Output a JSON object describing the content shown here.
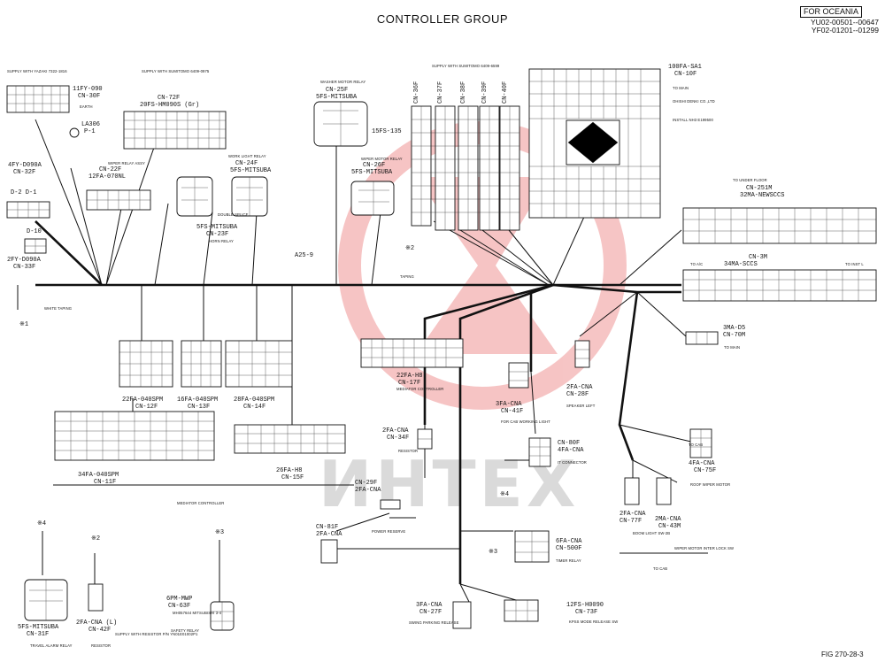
{
  "header": {
    "title": "CONTROLLER GROUP",
    "badge": "FOR OCEANIA",
    "serial_1": "YU02-00501--00647",
    "serial_2": "YF02-01201--01299"
  },
  "footer": {
    "figure": "FIG 270-28-3"
  },
  "watermark": "ИНТЕХ",
  "harness": {
    "main_label": "A25-9",
    "ref_2": "※2",
    "ref_1": "※1"
  },
  "connectors": [
    {
      "id": "c11fy",
      "name": "11FY-090",
      "code": "CN-30F"
    },
    {
      "id": "c72f",
      "name": "20FS-HM090S (Gr)",
      "code": "CN-72F"
    },
    {
      "id": "c25f",
      "name": "5FS-MITSUBA",
      "code": "CN-25F"
    },
    {
      "id": "c15fs",
      "name": "15FS-135",
      "code": ""
    },
    {
      "id": "c26f",
      "name": "5FS-MITSUBA",
      "code": "CN-26F"
    },
    {
      "id": "c36f",
      "name": "",
      "code": "CN-36F"
    },
    {
      "id": "c37f",
      "name": "",
      "code": "CN-37F"
    },
    {
      "id": "c38f",
      "name": "",
      "code": "CN-38F"
    },
    {
      "id": "c39f",
      "name": "",
      "code": "CN-39F"
    },
    {
      "id": "c40f",
      "name": "",
      "code": "CN-40F"
    },
    {
      "id": "c10f",
      "name": "100FA-SA1",
      "code": "CN-10F"
    },
    {
      "id": "c4fy",
      "name": "4FY-D090A",
      "code": "CN-32F"
    },
    {
      "id": "c22f",
      "name": "12FA-070NL",
      "code": "CN-22F"
    },
    {
      "id": "c24f",
      "name": "5FS-MITSUBA",
      "code": "CN-24F"
    },
    {
      "id": "c23f",
      "name": "5FS-MITSUBA",
      "code": "CN-23F"
    },
    {
      "id": "c251m",
      "name": "32MA-NEWSCCS",
      "code": "CN-251M"
    },
    {
      "id": "c33f",
      "name": "2FY-D090A",
      "code": "CN-33F"
    },
    {
      "id": "c3m",
      "name": "34MA-SCCS",
      "code": "CN-3M"
    },
    {
      "id": "c70m",
      "name": "3MA-D5",
      "code": "CN-70M"
    },
    {
      "id": "c12f",
      "name": "22FA-040SPM",
      "code": "CN-12F"
    },
    {
      "id": "c13f",
      "name": "16FA-040SPM",
      "code": "CN-13F"
    },
    {
      "id": "c14f",
      "name": "28FA-040SPM",
      "code": "CN-14F"
    },
    {
      "id": "c17f",
      "name": "22FA-H8",
      "code": "CN-17F"
    },
    {
      "id": "c41f",
      "name": "3FA-CNA",
      "code": "CN-41F"
    },
    {
      "id": "c28f",
      "name": "2FA-CNA",
      "code": "CN-28F"
    },
    {
      "id": "c34f",
      "name": "2FA-CNA",
      "code": "CN-34F"
    },
    {
      "id": "c80f",
      "name": "4FA-CNA",
      "code": "CN-80F"
    },
    {
      "id": "c75f",
      "name": "4FA-CNA",
      "code": "CN-75F"
    },
    {
      "id": "c11f",
      "name": "34FA-040SPM",
      "code": "CN-11F"
    },
    {
      "id": "c15f",
      "name": "26FA-H8",
      "code": "CN-15F"
    },
    {
      "id": "c29f",
      "name": "2FA-CNA",
      "code": "CN-29F"
    },
    {
      "id": "c81f",
      "name": "2FA-CNA",
      "code": "CN-81F"
    },
    {
      "id": "c500f",
      "name": "6FA-CNA",
      "code": "CN-500F"
    },
    {
      "id": "c77f",
      "name": "2FA-CNA",
      "code": "CN-77F"
    },
    {
      "id": "c43m",
      "name": "2MA-CNA",
      "code": "CN-43M"
    },
    {
      "id": "c31f",
      "name": "5FS-MITSUBA",
      "code": "CN-31F"
    },
    {
      "id": "c42f",
      "name": "2FA-CNA (L)",
      "code": "CN-42F"
    },
    {
      "id": "c63f",
      "name": "6PM-MWP",
      "code": "CN-63F"
    },
    {
      "id": "c27f",
      "name": "3FA-CNA",
      "code": "CN-27F"
    },
    {
      "id": "c73f",
      "name": "12FS-H0090",
      "code": "CN-73F"
    }
  ],
  "extra_labels": {
    "la306": "LA306",
    "la306_sub": "P-1",
    "d2": "D-2  D-1",
    "d10": "D-10",
    "ref_x2b": "※2",
    "ref_x4": "※4",
    "ref_x4b": "※4",
    "ref_x3": "※3",
    "ref_x3b": "※3",
    "ref_x2c": "※2"
  },
  "small_notes": {
    "supply_yazaki": "SUPPLY WITH YAZAKI 7322-1816",
    "earth": "EARTH",
    "supply_sumitomo": "SUPPLY WITH SUMITOMO 6409-0975",
    "washer_relay": "WASHER MOTOR RELAY",
    "wiper_relay": "WIPER MOTOR RELAY",
    "supply_sumitomo2": "SUPPLY WITH SUMITOMO 6409-6599",
    "to_main": "TO MAIN",
    "ohishi": "OHISHI DENKI CO.,LTD",
    "install": "INSTALL NH3 E199500",
    "wiper_assy": "WIPER RELAY ASSY",
    "work_light": "WORK LIGHT RELAY",
    "horn_relay": "HORN RELAY",
    "double_splice": "DOUBLE SPLICE",
    "to_under_floor": "TO UNDER FLOOR",
    "to_ac": "TO A/C",
    "to_inst": "TO INST L",
    "to_main2": "TO MAIN",
    "white_taping": "WHITE TAPING",
    "taping": "TAPING",
    "mediator_ctrl": "MEDIATOR CONTROLLER",
    "speaker_left": "SPEAKER LEFT",
    "resistor": "RESISTOR",
    "for_cab": "FOR CAB WORKING LIGHT",
    "it_connector": "IT CONNECTOR",
    "roof_wiper": "ROOF WIPER MOTOR",
    "to_cab": "TO CAB",
    "mediator_ctrl2": "MEDIATOR CONTROLLER",
    "power_reserve": "POWER RESERVE",
    "timer_relay": "TIMER RELAY",
    "boom_light": "BOOM LIGHT SW-2B",
    "wiper_interlock": "WIPER MOTOR INTER LOCK SW",
    "to_cab2": "TO CAB",
    "travel_alarm": "TRAVEL ALARM RELAY",
    "resistor2": "RESISTOR",
    "supply_resistor": "SUPPLY WITH RESISTOR P/N YN01E01002P1",
    "safety_relay": "SAFETY RELAY",
    "mitsubishi": "MH057644 MITSUBISHI 3-4",
    "swing_parking": "SWING PARKING RELEASE",
    "kpss_mode": "KPSS MODE RELEASE SW"
  }
}
